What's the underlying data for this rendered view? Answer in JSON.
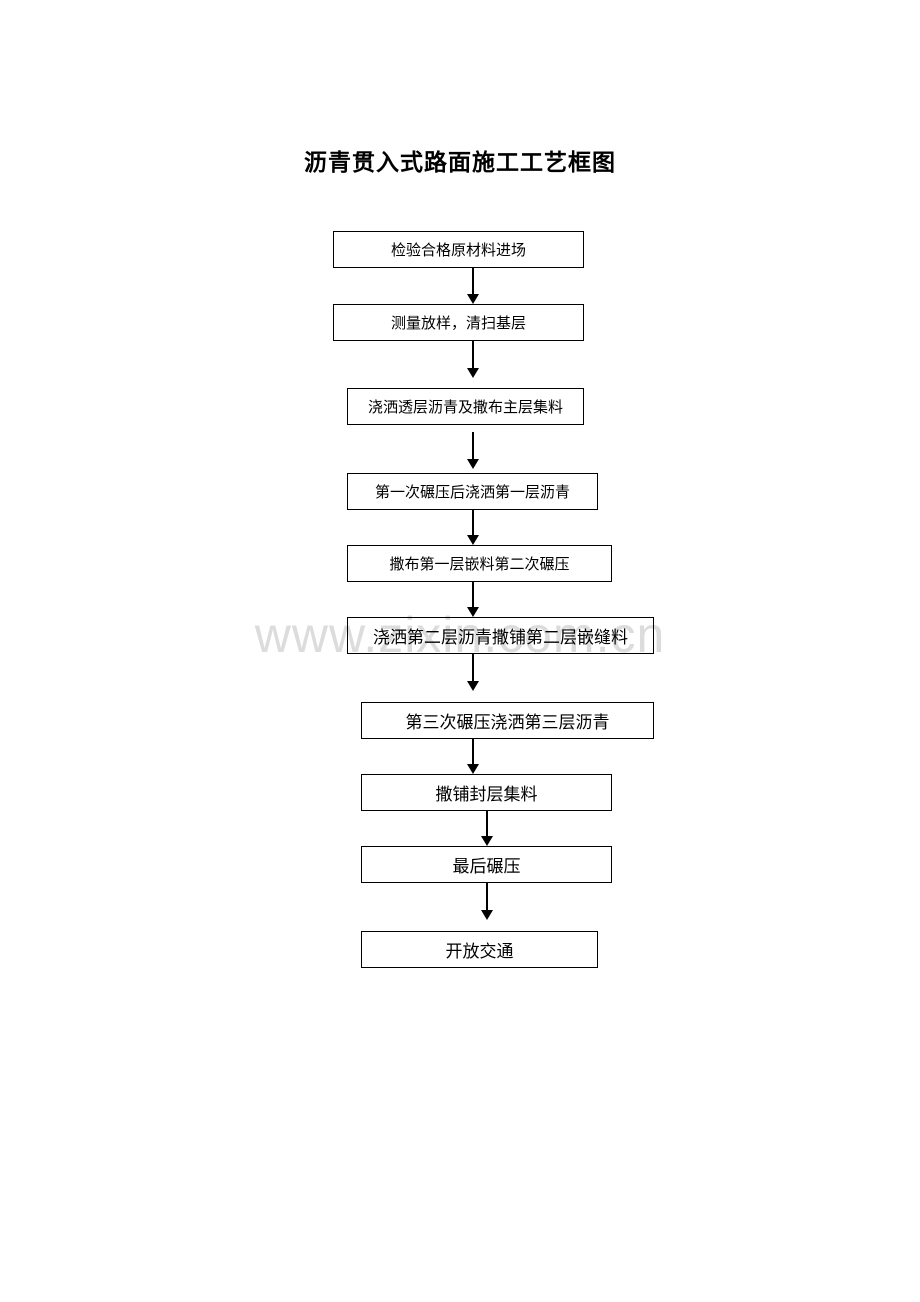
{
  "title": "沥青贯入式路面施工工艺框图",
  "watermark": "www.zixin.com.cn",
  "steps": [
    "检验合格原材料进场",
    "测量放样，清扫基层",
    "浇洒透层沥青及撒布主层集料",
    "第一次碾压后浇洒第一层沥青",
    "撒布第一层嵌料第二次碾压",
    "浇洒第二层沥青撒铺第二层嵌缝料",
    "第三次碾压浇洒第三层沥青",
    "撒铺封层集料",
    "最后碾压",
    "开放交通"
  ]
}
